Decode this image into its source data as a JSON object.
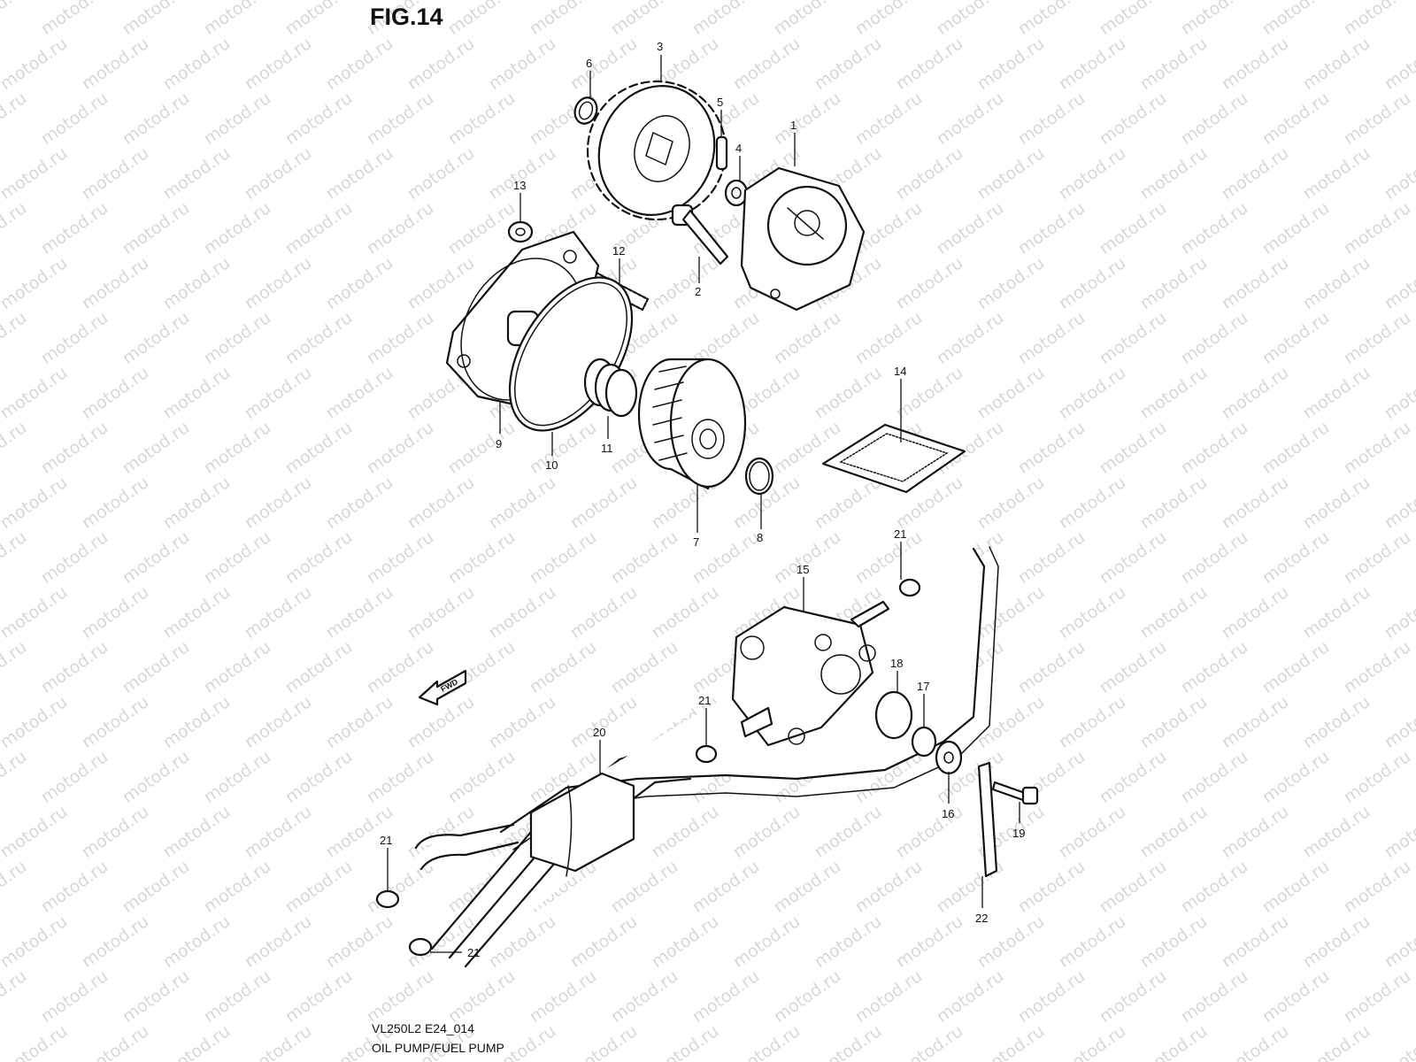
{
  "figure": {
    "title": "FIG.14",
    "model_code": "VL250L2 E24_014",
    "caption": "OIL PUMP/FUEL PUMP",
    "watermark": "motod.ru",
    "direction_label": "FWD"
  },
  "callouts": {
    "c1": "1",
    "c2": "2",
    "c3": "3",
    "c4": "4",
    "c5": "5",
    "c6": "6",
    "c7": "7",
    "c8": "8",
    "c9": "9",
    "c10": "10",
    "c11": "11",
    "c12": "12",
    "c13": "13",
    "c14": "14",
    "c15": "15",
    "c16": "16",
    "c17": "17",
    "c18": "18",
    "c19": "19",
    "c20": "20",
    "c21": "21",
    "c22": "22"
  },
  "colors": {
    "line": "#111111",
    "watermark": "#d7d7d7",
    "background": "#ffffff"
  }
}
